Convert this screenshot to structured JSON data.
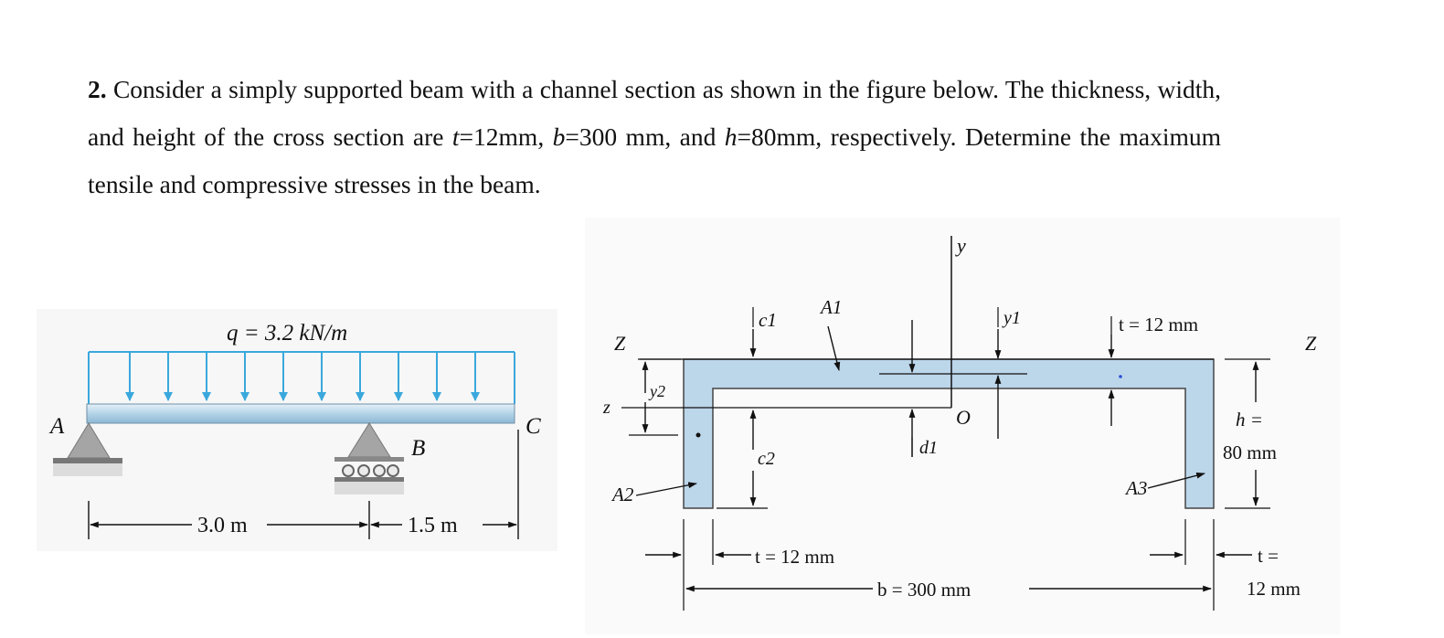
{
  "problem": {
    "number": "2.",
    "seg1": "Consider a simply supported beam with a channel section as shown in the figure below.   The thickness, width, and height of the cross section are ",
    "t_sym": "t",
    "t_val": "=12mm, ",
    "b_sym": "b",
    "b_val": "=300 mm, and ",
    "h_sym": "h",
    "h_val": "=80mm, respectively.   Determine the maximum tensile and compressive stresses in the beam."
  },
  "beam_figure": {
    "load_label": "q = 3.2 kN/m",
    "point_a": "A",
    "point_b": "B",
    "point_c": "C",
    "span_ab": "3.0 m",
    "span_bc": "1.5 m"
  },
  "section_figure": {
    "z_left": "Z",
    "z_right": "Z",
    "z_small": "z",
    "y_axis": "y",
    "origin": "O",
    "c1": "c1",
    "c2": "c2",
    "a1": "A1",
    "a2": "A2",
    "a3": "A3",
    "y1": "y1",
    "y2": "y2",
    "d1": "d1",
    "t_top": "t = 12 mm",
    "h_line1": "h =",
    "h_line2": "80 mm",
    "t_bottom": "t = 12 mm",
    "b_width": "b = 300 mm",
    "t_right_line1": "t =",
    "t_right_line2": "12 mm"
  },
  "colors": {
    "load_blue": "#3aa8dc",
    "beam_fill": "#b9d7ea",
    "section_fill": "#bcd6ea",
    "support_gray": "#9a9a9a"
  }
}
